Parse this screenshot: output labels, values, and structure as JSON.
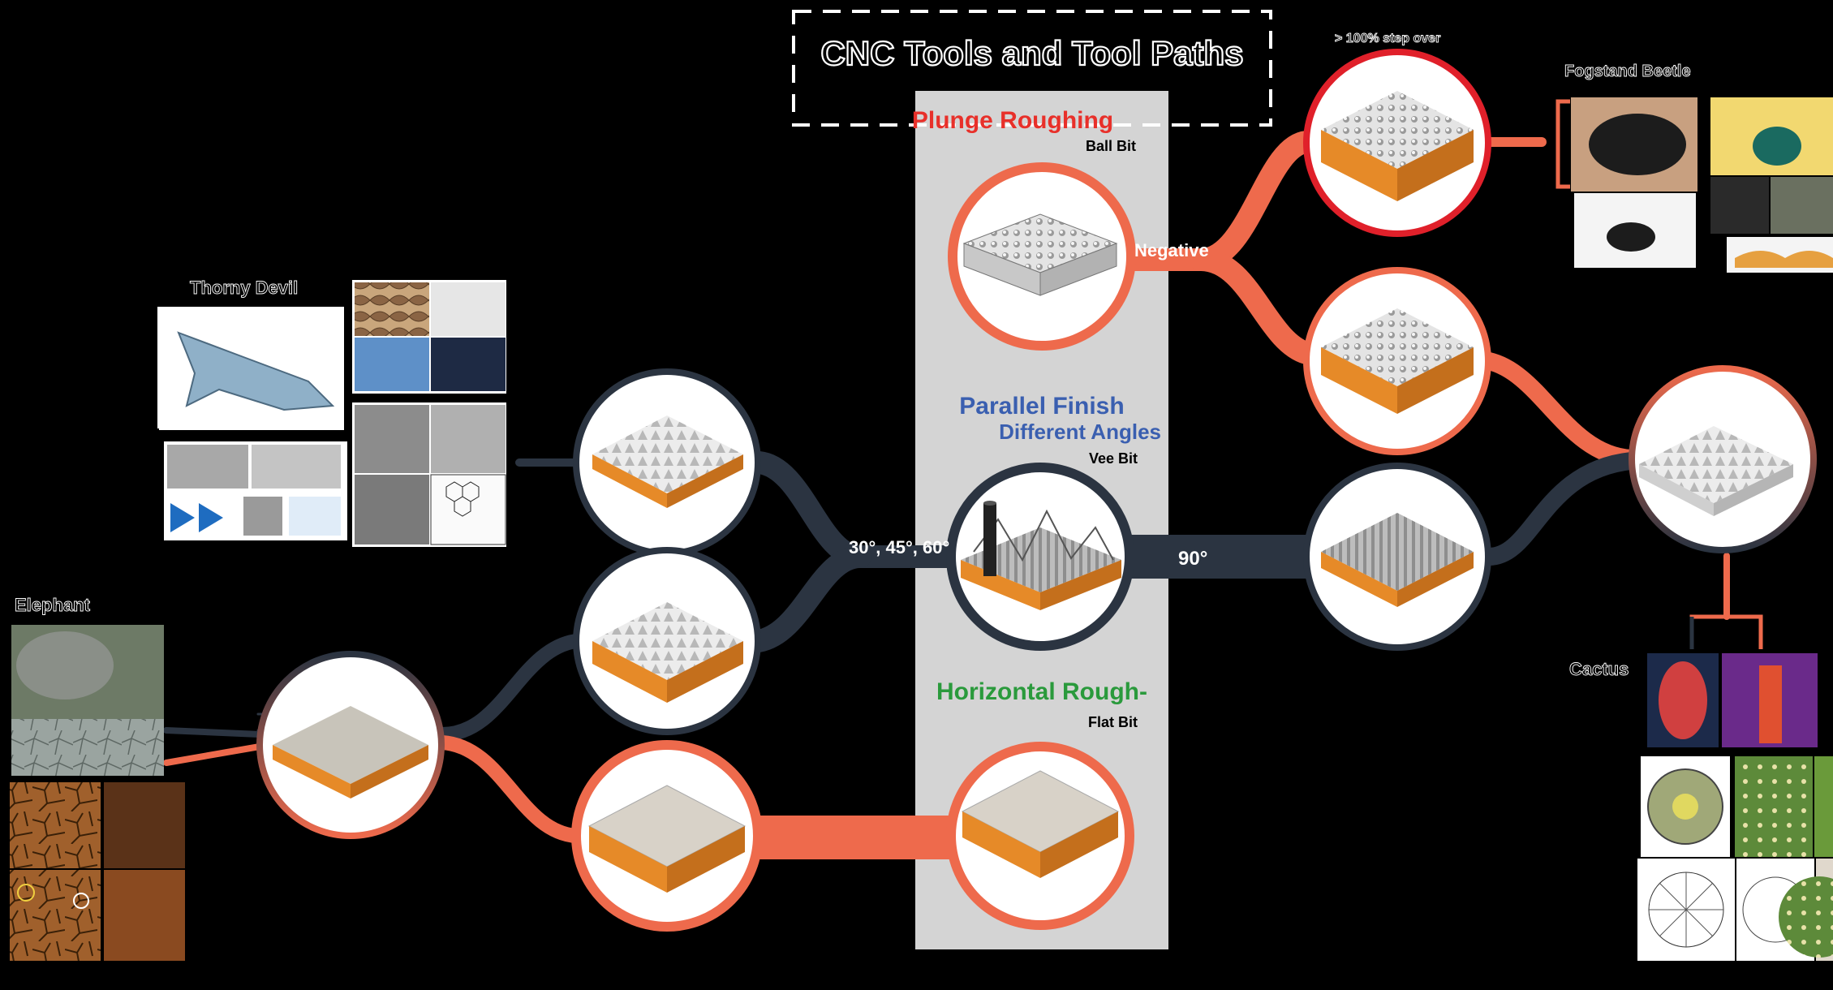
{
  "title": "CNC Tools and Tool Paths",
  "top_note": "> 100% step over",
  "tools": {
    "plunge": {
      "name": "Plunge Roughing",
      "bit": "Ball Bit",
      "color": "#e8302a"
    },
    "parallel": {
      "name": "Parallel Finish",
      "sub": "Different Angles",
      "bit": "Vee Bit",
      "color": "#3a5fb0"
    },
    "horizontal": {
      "name": "Horizontal Rough-",
      "bit": "Flat Bit",
      "color": "#2a9a3c"
    }
  },
  "branches": {
    "negative": "Negative",
    "angles_label": "30°, 45°, 60°",
    "ninety": "90°"
  },
  "organisms": {
    "thorny_devil": "Thorny Devil",
    "elephant": "Elephant",
    "fogstand_beetle": "Fogstand Beetle",
    "cactus": "Cactus"
  },
  "colors": {
    "coral": "#ee6a4c",
    "red": "#e0202a",
    "navy": "#2b3441",
    "panel": "#d4d4d4",
    "wood_side": "#e68a28",
    "surface": "#dcdcdc"
  }
}
